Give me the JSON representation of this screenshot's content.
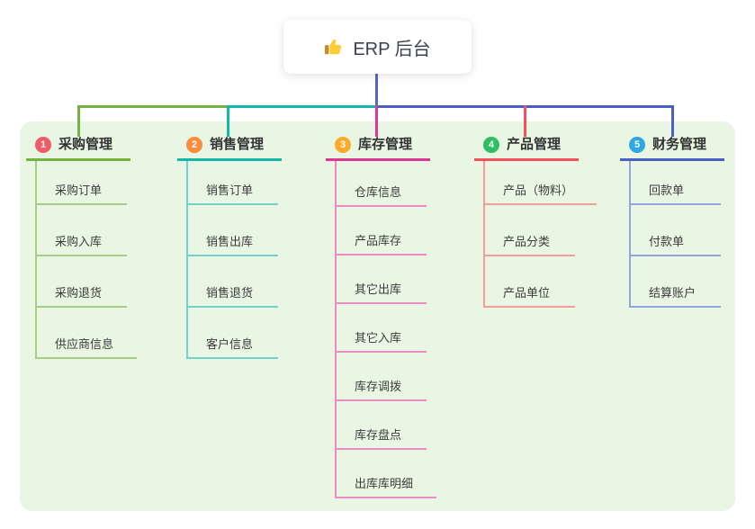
{
  "root": {
    "label": "ERP 后台",
    "icon": "thumbs-up-icon",
    "line_color": "#5566c4"
  },
  "branches": [
    {
      "num": "1",
      "label": "采购管理",
      "color": "#76b23f",
      "light_color": "#a6cd83",
      "badge_color": "#f25b66",
      "children": [
        "采购订单",
        "采购入库",
        "采购退货",
        "供应商信息"
      ]
    },
    {
      "num": "2",
      "label": "销售管理",
      "color": "#12b9ab",
      "light_color": "#72d1c8",
      "badge_color": "#fb8c3e",
      "children": [
        "销售订单",
        "销售出库",
        "销售退货",
        "客户信息"
      ]
    },
    {
      "num": "3",
      "label": "库存管理",
      "color": "#dd3896",
      "light_color": "#ee8ac4",
      "badge_color": "#fbaa2c",
      "children": [
        "仓库信息",
        "产品库存",
        "其它出库",
        "其它入库",
        "库存调拨",
        "库存盘点",
        "出库库明细"
      ]
    },
    {
      "num": "4",
      "label": "产品管理",
      "color": "#f5515c",
      "light_color": "#f79a9c",
      "badge_color": "#30bd63",
      "children": [
        "产品（物料）",
        "产品分类",
        "产品单位"
      ]
    },
    {
      "num": "5",
      "label": "财务管理",
      "color": "#4a5ec6",
      "light_color": "#93a5df",
      "badge_color": "#2ba9e0",
      "children": [
        "回款单",
        "付款单",
        "结算账户"
      ]
    }
  ],
  "panel_color": "#e8f6e3"
}
